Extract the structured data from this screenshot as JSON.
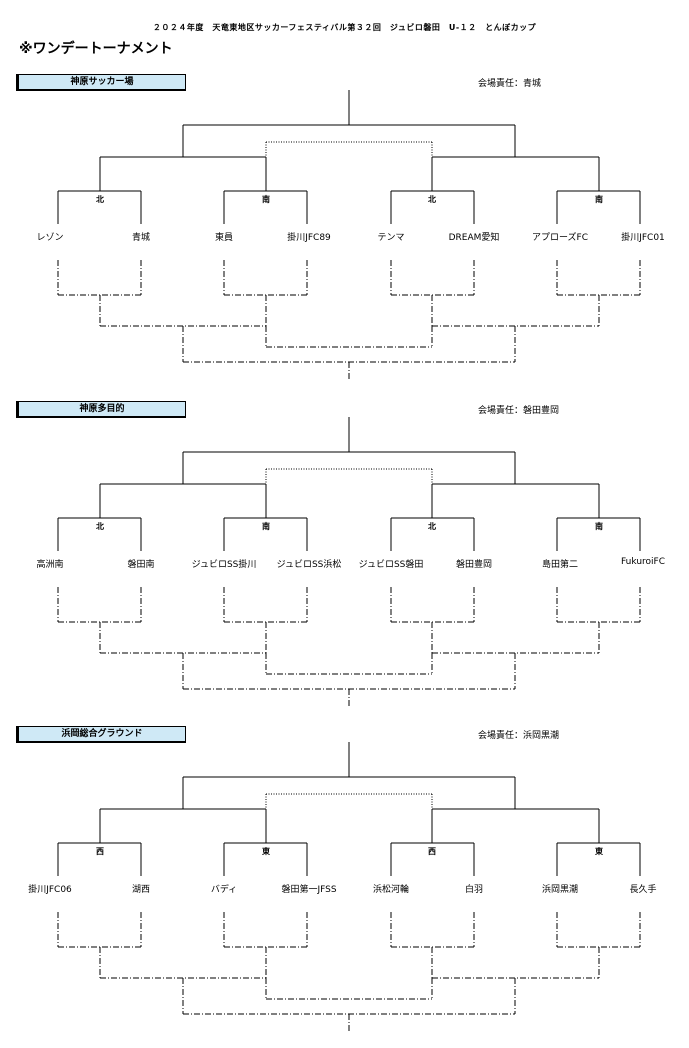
{
  "header": {
    "title": "２０２４年度　天竜東地区サッカーフェスティバル第３２回　ジュビロ磐田　U-１２　とんぼカップ",
    "subtitle": "※ワンデートーナメント"
  },
  "sections": [
    {
      "venue": "神原サッカー場",
      "responsible": "会場責任：青城",
      "groups": [
        "北",
        "南",
        "北",
        "南"
      ],
      "teams": [
        "レゾン",
        "青城",
        "東員",
        "掛川JFC89",
        "テンマ",
        "DREAM愛知",
        "アプローズFC",
        "掛川JFC01"
      ]
    },
    {
      "venue": "神原多目的",
      "responsible": "会場責任：磐田豊岡",
      "groups": [
        "北",
        "南",
        "北",
        "南"
      ],
      "teams": [
        "高洲南",
        "磐田南",
        "ジュビロSS掛川",
        "ジュビロSS浜松",
        "ジュビロSS磐田",
        "磐田豊岡",
        "島田第二",
        "FukuroiFC"
      ]
    },
    {
      "venue": "浜岡総合グラウンド",
      "responsible": "会場責任：浜岡黒潮",
      "groups": [
        "西",
        "東",
        "西",
        "東"
      ],
      "teams": [
        "掛川JFC06",
        "湖西",
        "バディ",
        "磐田第一JFSS",
        "浜松河輪",
        "白羽",
        "浜岡黒潮",
        "長久手"
      ]
    }
  ]
}
